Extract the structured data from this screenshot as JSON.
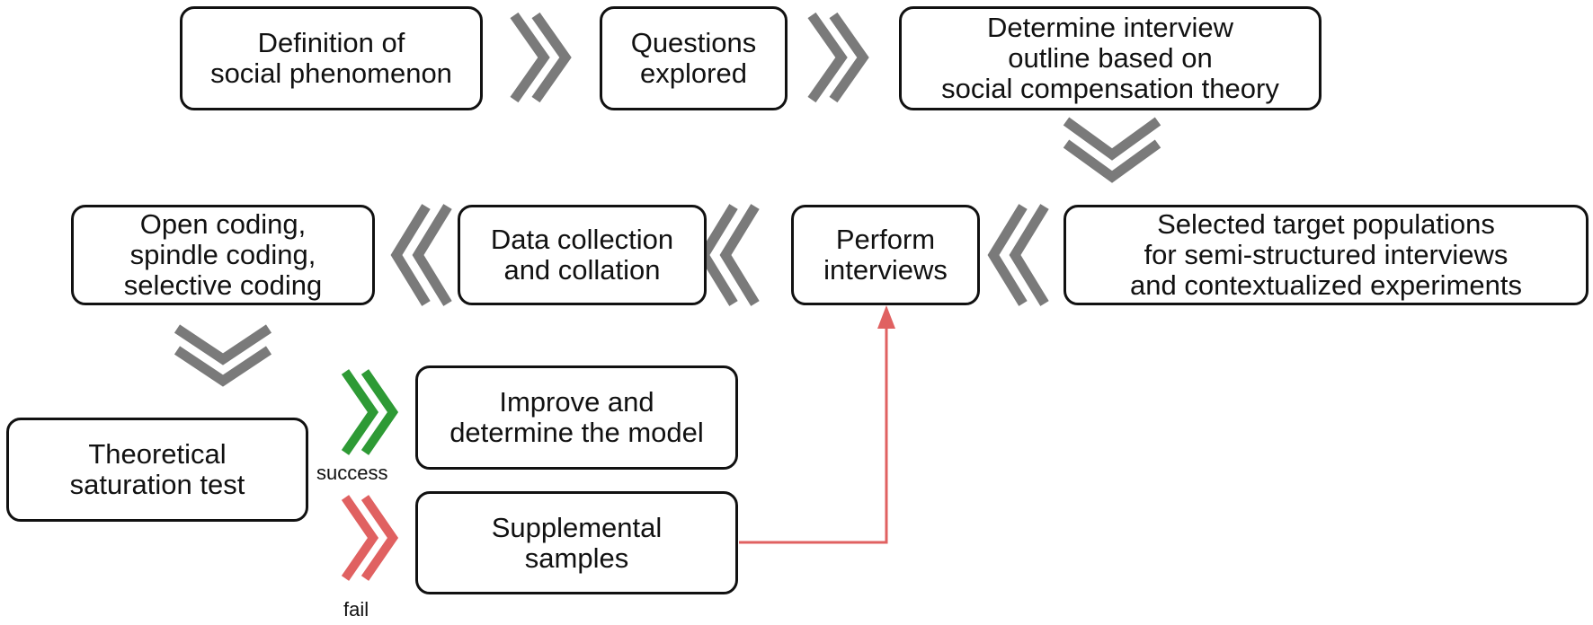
{
  "boxes": {
    "definition": [
      "Definition of",
      "social phenomenon"
    ],
    "questions": [
      "Questions",
      "explored"
    ],
    "outline": [
      "Determine interview",
      "outline based on",
      "social compensation theory"
    ],
    "selected": [
      "Selected target populations",
      "for semi-structured interviews",
      "and contextualized experiments"
    ],
    "perform": [
      "Perform",
      "interviews"
    ],
    "data": [
      "Data collection",
      "and collation"
    ],
    "coding": [
      "Open coding,",
      "spindle coding,",
      "selective coding"
    ],
    "saturation": [
      "Theoretical",
      "saturation test"
    ],
    "improve": [
      "Improve and",
      "determine the model"
    ],
    "supplemental": [
      "Supplemental",
      "samples"
    ]
  },
  "labels": {
    "success": "success",
    "fail": "fail"
  },
  "colors": {
    "chevron_gray": "#7a7a7a",
    "success_green": "#2e9a35",
    "fail_red": "#e06161",
    "border": "#111111"
  }
}
